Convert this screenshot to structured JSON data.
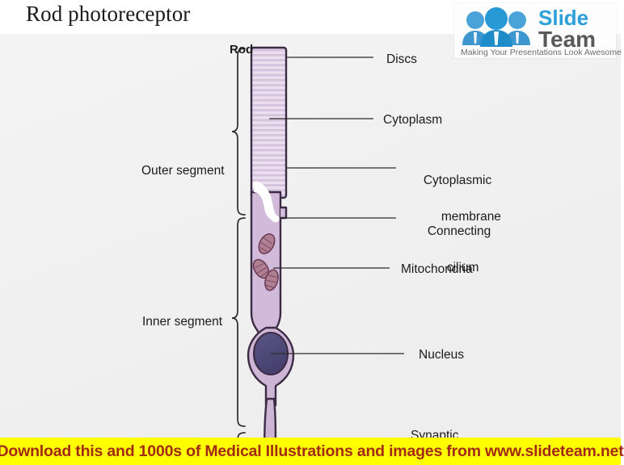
{
  "slide": {
    "title": "Rod photoreceptor",
    "background_color": "#f1f1f1",
    "title_background": "#ffffff"
  },
  "logo": {
    "brand_line1": "Slide",
    "brand_line2": "Team",
    "tagline": "Making Your Presentations Look Awesome",
    "brand_color_1": "#2d9fd9",
    "brand_color_2": "#58595b",
    "figure_color": "#3e9fd6"
  },
  "diagram": {
    "cell_label": "Rod",
    "brace_labels": [
      {
        "id": "outer-segment",
        "text": "Outer segment"
      },
      {
        "id": "inner-segment",
        "text": "Inner segment"
      }
    ],
    "callouts": [
      {
        "id": "discs",
        "text": "Discs"
      },
      {
        "id": "cytoplasm",
        "text": "Cytoplasm"
      },
      {
        "id": "cytoplasmic-membrane",
        "line1": "Cytoplasmic",
        "line2": "membrane"
      },
      {
        "id": "connecting-cilium",
        "line1": "Connecting",
        "line2": "cilium"
      },
      {
        "id": "mitochondria",
        "text": "Mitochondria"
      },
      {
        "id": "nucleus",
        "text": "Nucleus"
      },
      {
        "id": "synaptic",
        "text": "Synaptic"
      }
    ],
    "colors": {
      "outer_segment_fill": "#e3d4e8",
      "outer_segment_stripe": "#d0bdd9",
      "inner_segment_fill": "#d2bada",
      "cell_outline": "#3b2b44",
      "mitochondria_fill": "#b07f94",
      "mitochondria_outline": "#6b3d52",
      "nucleus_fill": "#4e4878",
      "cilium_fill": "#ffffff"
    }
  },
  "banner": {
    "text": "Download this and 1000s of Medical Illustrations and images from www.slideteam.net",
    "background": "#ffff00",
    "text_color": "#a32a14"
  }
}
